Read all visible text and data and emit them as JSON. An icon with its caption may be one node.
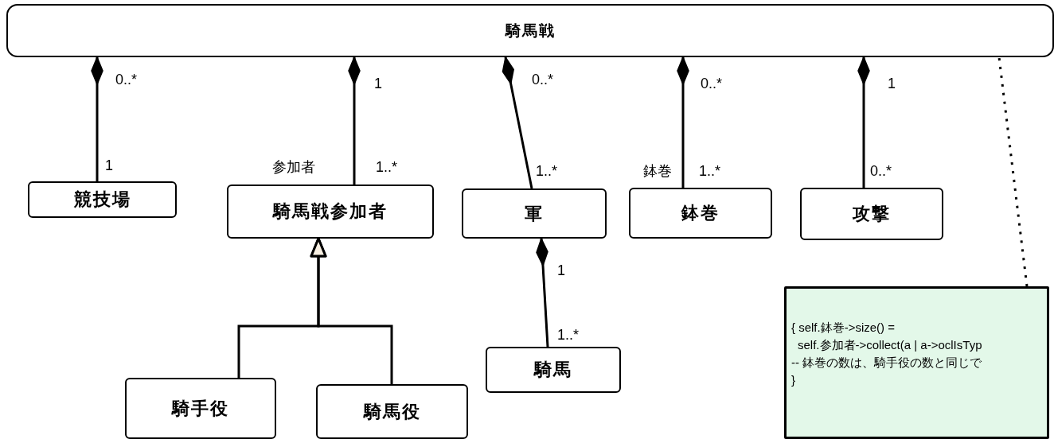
{
  "diagram": {
    "nodes": [
      {
        "text": [
          "騎馬戦"
        ]
      },
      {
        "text": [
          "競技場"
        ]
      },
      {
        "text": [
          "騎馬戦参加者"
        ]
      },
      {
        "text": [
          "軍"
        ]
      },
      {
        "text": [
          "鉢巻"
        ]
      },
      {
        "text": [
          "攻撃"
        ]
      },
      {
        "text": [
          "騎手役"
        ]
      },
      {
        "text": [
          "騎馬役"
        ]
      },
      {
        "text": [
          "騎馬"
        ]
      },
      {
        "text": [
          "{ self.鉢巻->size() =",
          "self.参加者->collect(a | a->oclIsTyp",
          "-- 鉢巻の数は、騎手役の数と同じで",
          "}"
        ]
      }
    ],
    "edges": [
      {
        "from": 0,
        "to": 1,
        "arrow": "other"
      },
      {
        "from": 0,
        "to": 2,
        "arrow": "other"
      },
      {
        "from": 0,
        "to": 3,
        "arrow": "other"
      },
      {
        "from": 0,
        "to": 4,
        "arrow": "other"
      },
      {
        "from": 0,
        "to": 5,
        "arrow": "other"
      },
      {
        "from": 3,
        "to": 8,
        "arrow": "other"
      },
      {
        "from": 6,
        "to": 2,
        "arrow": "to"
      },
      {
        "from": 7,
        "to": 2,
        "arrow": "to"
      },
      {
        "from": 9,
        "to": 0,
        "arrow": "none",
        "style": "dashed"
      }
    ],
    "labels": [
      "0..*",
      "1",
      "0..*",
      "0..*",
      "1",
      "1",
      "参加者",
      "1..*",
      "1..*",
      "鉢巻",
      "1..*",
      "0..*",
      "1",
      "1..*"
    ]
  }
}
